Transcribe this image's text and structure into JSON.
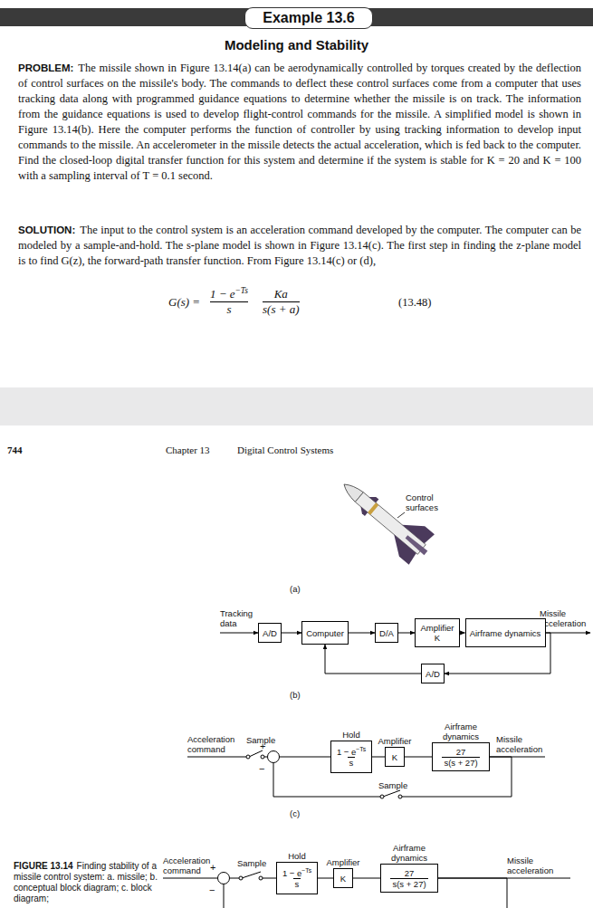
{
  "diagram": {
    "title": "Example 13.6",
    "caption": "Finding stability of a missile control system: a. missile; b. conceptual block diagram; c. block diagram;",
    "nodes": [
      {
        "text": [
          "A/D"
        ]
      },
      {
        "text": [
          "Computer"
        ]
      },
      {
        "text": [
          "D/A"
        ]
      },
      {
        "text": [
          "Amplifier",
          "K"
        ]
      },
      {
        "text": [
          "Airframe dynamics"
        ]
      },
      {
        "text": [
          "A/D"
        ]
      },
      {
        "text": [
          "+",
          "−"
        ]
      },
      {
        "text": [
          "Hold",
          "1 − e",
          "−Ts",
          "s"
        ]
      },
      {
        "text": [
          "Amplifier",
          "K"
        ]
      },
      {
        "text": [
          "Airframe dynamics",
          "27",
          "s(s + 27)"
        ]
      },
      {
        "text": [
          "+",
          "−"
        ]
      },
      {
        "text": [
          "Hold",
          "1 − e",
          "−Ts",
          "s"
        ]
      },
      {
        "text": [
          "Amplifier",
          "K"
        ]
      },
      {
        "text": [
          "Airframe dynamics",
          "27",
          "s(s + 27)"
        ]
      }
    ],
    "edges": [
      {
        "from": 0,
        "to": 1,
        "arrow": "to"
      },
      {
        "from": 1,
        "to": 2,
        "arrow": "to"
      },
      {
        "from": 2,
        "to": 3,
        "arrow": "to"
      },
      {
        "from": 3,
        "to": 4,
        "arrow": "to"
      },
      {
        "from": 4,
        "to": 5,
        "arrow": "to"
      },
      {
        "from": 5,
        "to": 1,
        "arrow": "to"
      },
      {
        "from": 6,
        "to": 7,
        "arrow": "none"
      },
      {
        "from": 7,
        "to": 8,
        "arrow": "none"
      },
      {
        "from": 8,
        "to": 9,
        "arrow": "none"
      },
      {
        "from": 9,
        "to": 6,
        "arrow": "none"
      },
      {
        "from": 10,
        "to": 11,
        "arrow": "none"
      },
      {
        "from": 11,
        "to": 12,
        "arrow": "none"
      },
      {
        "from": 12,
        "to": 13,
        "arrow": "none"
      },
      {
        "from": 13,
        "to": 10,
        "arrow": "none"
      }
    ],
    "labels": [
      "Modeling and Stability",
      "PROBLEM:",
      "The missile shown in Figure 13.14(a) can be aerodynamically controlled by torques created by the deflection of control surfaces on the missile's body. The commands to deflect these control surfaces come from a computer that uses tracking data along with programmed guidance equations to determine whether the missile is on track. The information from the guidance equations is used to develop flight-control commands for the missile. A simplified model is shown in Figure 13.14(b). Here the computer performs the function of controller by using tracking information to develop input commands to the missile. An accelerometer in the missile detects the actual acceleration, which is fed back to the computer. Find the closed-loop digital transfer function for this system and determine if the system is stable for K = 20 and K = 100 with a sampling interval of T = 0.1 second.",
      "SOLUTION:",
      "The input to the control system is an acceleration command developed by the computer. The computer can be modeled by a sample-and-hold. The s-plane model is shown in Figure 13.14(c). The first step in finding the z-plane model is to find G(z), the forward-path transfer function. From Figure 13.14(c) or (d),",
      "G(s) =",
      "1 − e",
      "−Ts",
      "s",
      "Ka",
      "s(s + a)",
      "(13.48)",
      "744",
      "Chapter 13",
      "Digital Control Systems",
      "Control surfaces",
      "(a)",
      "Tracking data",
      "Missile acceleration",
      "(b)",
      "Acceleration command",
      "Sample",
      "Missile acceleration",
      "Sample",
      "(c)",
      "Acceleration command",
      "Sample",
      "Missile acceleration",
      "FIGURE 13.14"
    ]
  }
}
